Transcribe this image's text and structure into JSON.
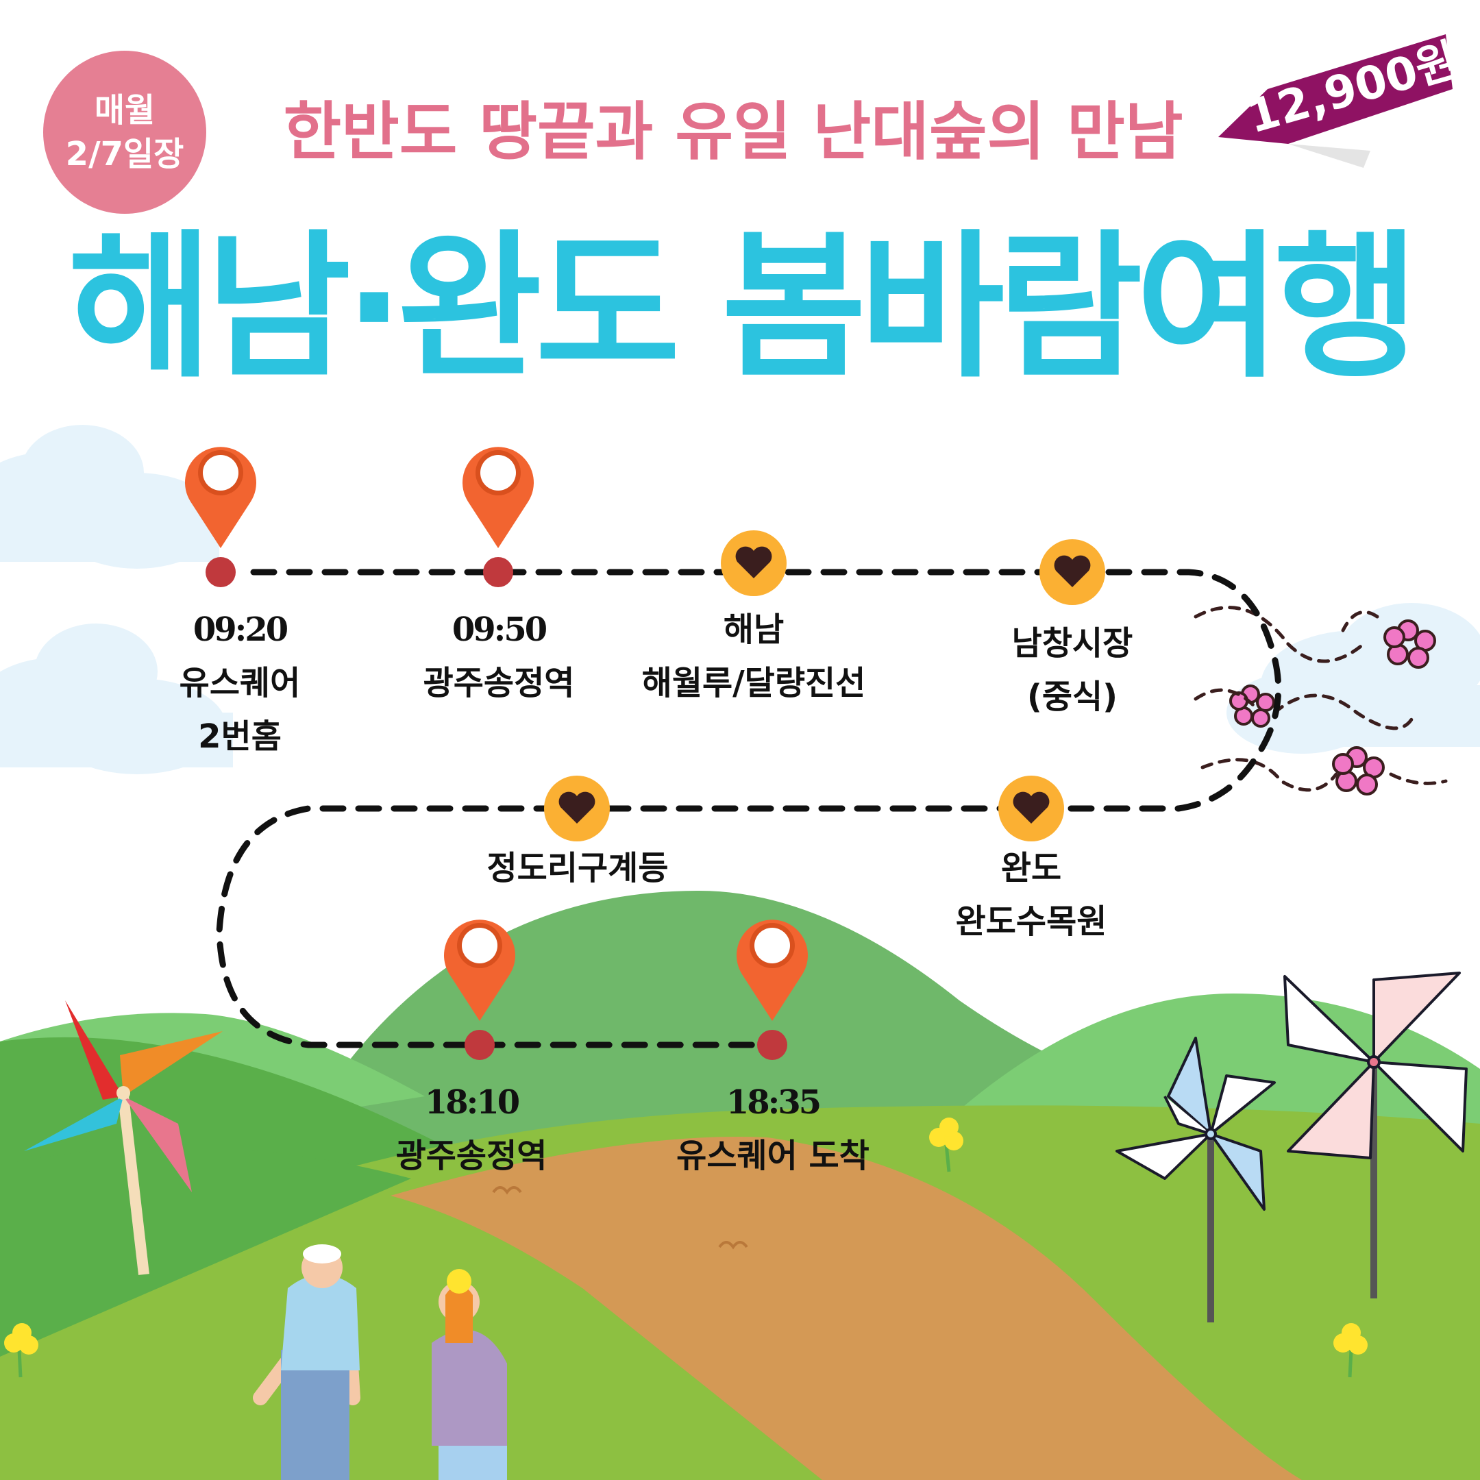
{
  "badge": {
    "line1": "매월",
    "line2": "2/7일장"
  },
  "subtitle": "한반도 땅끝과 유일 난대숲의 만남",
  "price": "12,900원",
  "title": "해남·완도 봄바람여행",
  "route": [
    {
      "time": "09:20",
      "lines": [
        "유스퀘어",
        "2번홈"
      ],
      "marker": "location-pin"
    },
    {
      "time": "09:50",
      "lines": [
        "광주송정역"
      ],
      "marker": "location-pin"
    },
    {
      "time": "",
      "lines": [
        "해남",
        "해월루/달량진선"
      ],
      "marker": "heart"
    },
    {
      "time": "",
      "lines": [
        "남창시장",
        "(중식)"
      ],
      "marker": "heart"
    },
    {
      "time": "",
      "lines": [
        "완도",
        "완도수목원"
      ],
      "marker": "heart"
    },
    {
      "time": "",
      "lines": [
        "정도리구계등"
      ],
      "marker": "heart"
    },
    {
      "time": "18:10",
      "lines": [
        "광주송정역"
      ],
      "marker": "location-pin"
    },
    {
      "time": "18:35",
      "lines": [
        "유스퀘어 도착"
      ],
      "marker": "location-pin"
    }
  ],
  "colors": {
    "badge": "#e57f93",
    "subtitle": "#e2708b",
    "price_tag": "#a01068",
    "title": "#2cc3df",
    "pin": "#f26430",
    "heart_circle": "#fbb033",
    "dot": "#c0393d"
  }
}
